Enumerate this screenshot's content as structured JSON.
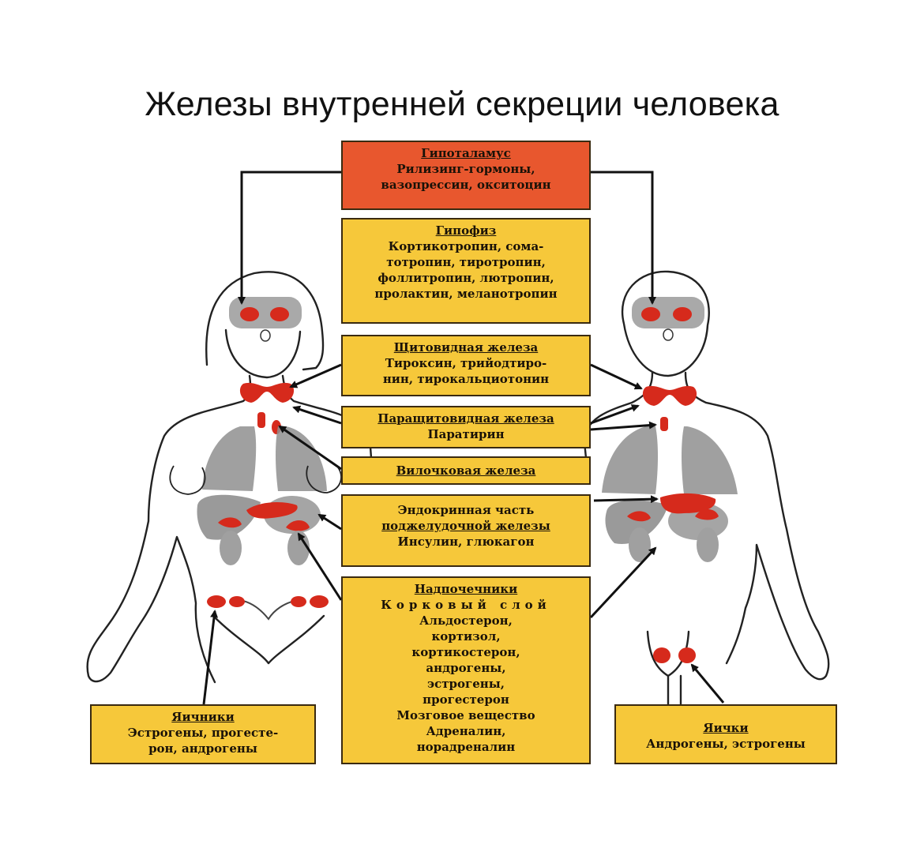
{
  "title": "Железы внутренней секреции человека",
  "colors": {
    "box_fill": "#f6c83a",
    "hypothalamus_fill": "#e8572e",
    "gland_red": "#d62a1c",
    "organ_gray": "#8f8f8f",
    "outline": "#222222"
  },
  "glands": {
    "hypothalamus": {
      "name": "Гипоталамус",
      "lines": [
        "Рилизинг-гормоны,",
        "вазопрессин, окситоцин"
      ]
    },
    "pituitary": {
      "name": "Гипофиз",
      "lines": [
        "Кортикотропин, сома-",
        "тотропин, тиротропин,",
        "фоллитропин, лютропин,",
        "пролактин, меланотропин"
      ]
    },
    "thyroid": {
      "name": "Щитовидная железа",
      "lines": [
        "Тироксин, трийодтиро-",
        "нин, тирокальциотонин"
      ]
    },
    "parathyroid": {
      "name": "Паращитовидная железа",
      "lines": [
        "Паратирин"
      ]
    },
    "thymus": {
      "name": "Вилочковая железа",
      "lines": []
    },
    "pancreas": {
      "line1": "Эндокринная часть",
      "name": "поджелудочной железы",
      "lines": [
        "Инсулин, глюкагон"
      ]
    },
    "adrenals": {
      "name": "Надпочечники",
      "cortex": "Корковый слой",
      "cortex_lines": [
        "Альдостерон,",
        "кортизол,",
        "кортикостерон,",
        "андрогены,",
        "эстрогены,",
        "прогестерон"
      ],
      "medulla": "Мозговое вещество",
      "medulla_lines": [
        "Адреналин,",
        "норадреналин"
      ]
    },
    "ovaries": {
      "name": "Яичники",
      "lines": [
        "Эстрогены, прогесте-",
        "рон, андрогены"
      ]
    },
    "testes": {
      "name": "Яички",
      "lines": [
        "Андрогены, эстрогены"
      ]
    }
  }
}
